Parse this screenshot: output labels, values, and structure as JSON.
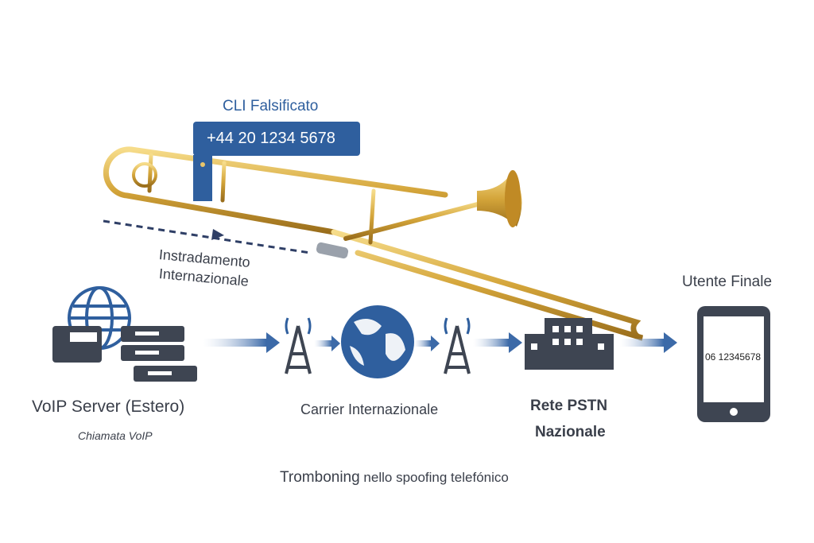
{
  "cli_label": "CLI Falsificato",
  "cli_number": "+44 20 1234 5678",
  "routing_label_line1": "Instradamento",
  "routing_label_line2": "Internazionale",
  "voip_server_label": "VoIP Server (Estero)",
  "voip_call_label": "Chiamata VoIP",
  "carrier_label": "Carrier Internazionale",
  "pstn_label_line1": "Rete PSTN",
  "pstn_label_line2": "Nazionale",
  "end_user_label": "Utente Finale",
  "phone_number": "06 12345678",
  "caption_bold": "Tromboning",
  "caption_rest": "nello spoofing telefónico",
  "colors": {
    "blue": "#2f5f9e",
    "dark": "#3e4552",
    "gold": "#d4a53a"
  }
}
